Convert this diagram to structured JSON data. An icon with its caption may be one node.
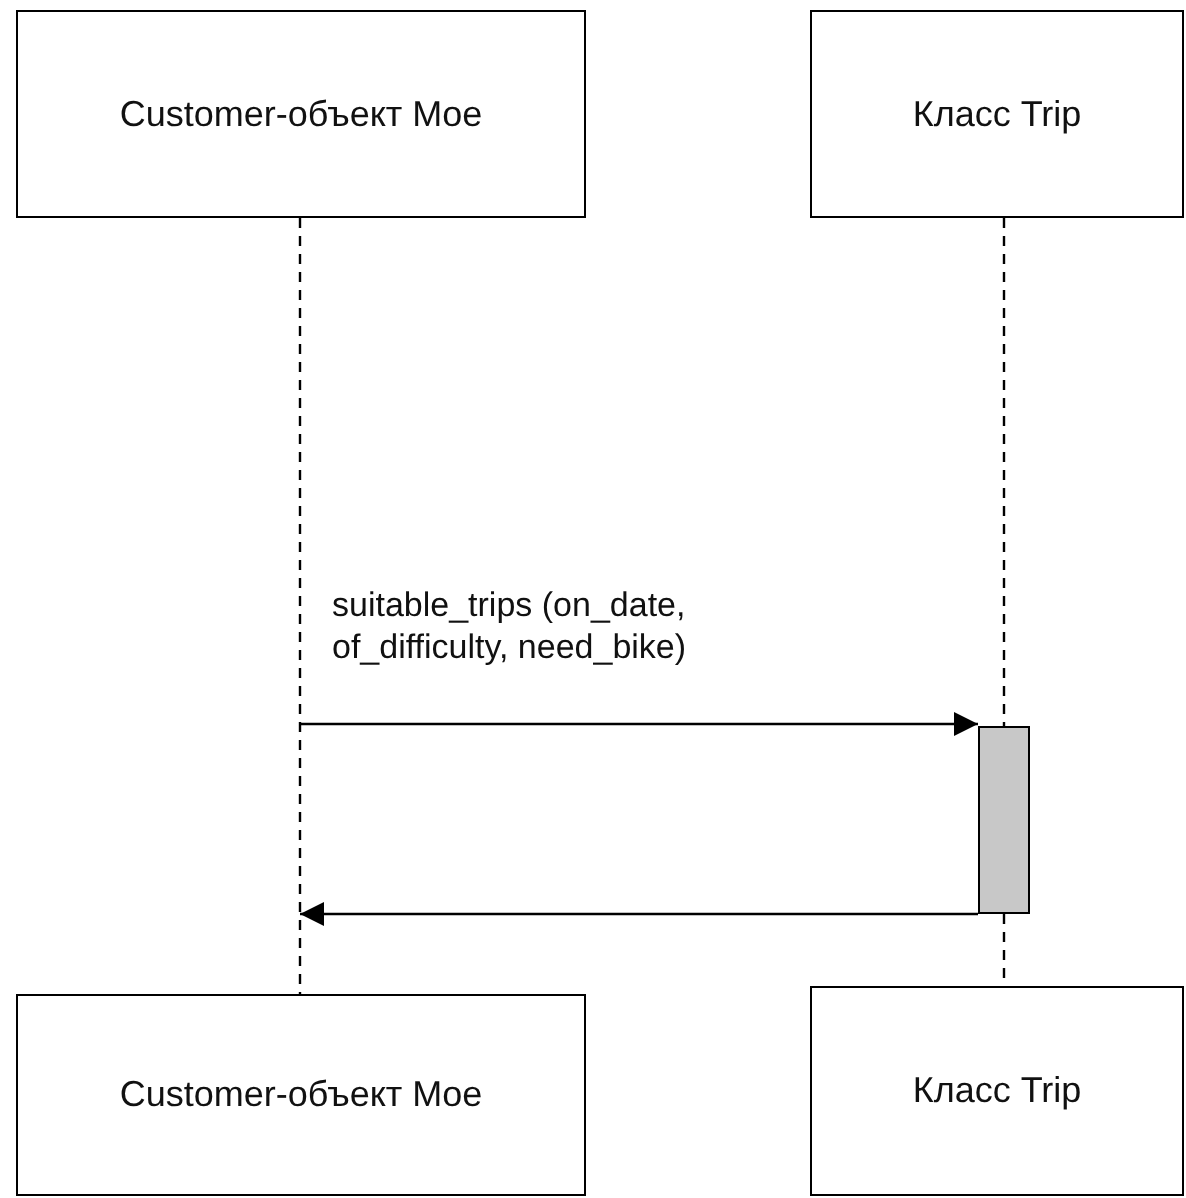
{
  "diagram": {
    "nodes": [
      {
        "text": [
          "Customer-объект Moe"
        ]
      },
      {
        "text": [
          "Класс Trip"
        ]
      },
      {
        "text": [],
        "shape": "bar"
      },
      {
        "text": [
          "Customer-объект Moe"
        ]
      },
      {
        "text": [
          "Класс Trip"
        ]
      }
    ],
    "edges": [
      {
        "from": 0,
        "to": 3,
        "arrow": "none",
        "style": "dashed"
      },
      {
        "from": 1,
        "to": 2,
        "arrow": "none",
        "style": "dashed"
      },
      {
        "from": 2,
        "to": 4,
        "arrow": "none",
        "style": "dashed"
      },
      {
        "from": null,
        "to": 2,
        "arrow": "to",
        "label": "suitable_trips (on_date, of_difficulty, need_bike)"
      },
      {
        "from": 2,
        "to": null,
        "arrow": "to"
      }
    ]
  }
}
